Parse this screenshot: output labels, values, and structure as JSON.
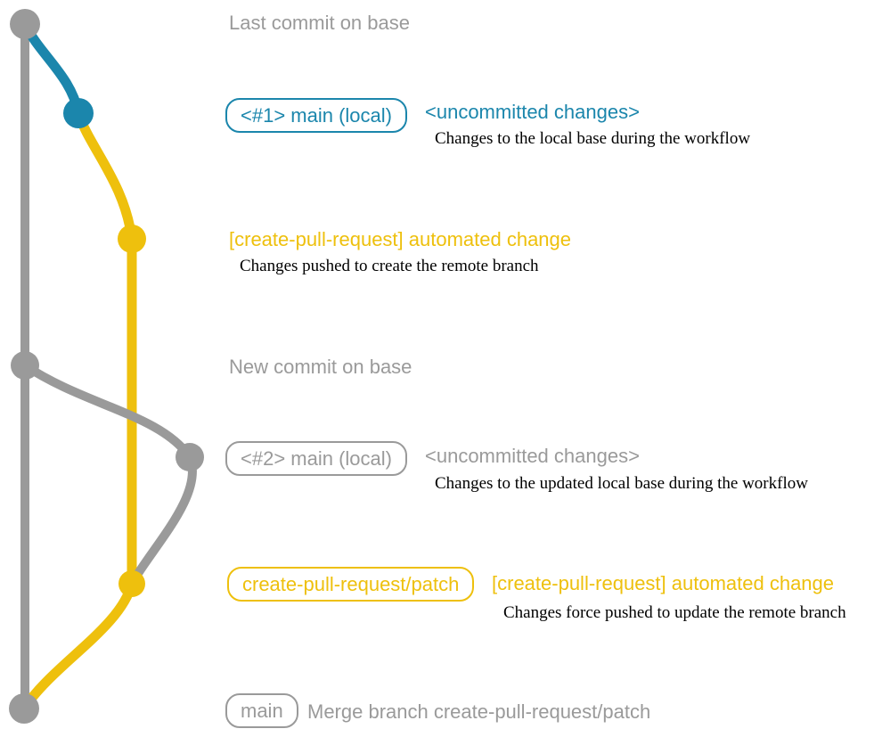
{
  "colors": {
    "gray": "#9a9a9a",
    "blue": "#1b86ac",
    "yellow": "#eec00d",
    "ink": "#000000"
  },
  "graph": {
    "node_colors": [
      "gray",
      "blue",
      "yellow",
      "gray",
      "gray",
      "yellow",
      "gray"
    ],
    "branch_colors": {
      "base": "gray",
      "local_main": "blue",
      "remote_patch": "yellow"
    }
  },
  "annotations": {
    "last_commit": "Last commit on base",
    "branch1": {
      "badge": "<#1> main (local)",
      "status": "<uncommitted changes>",
      "note": "Changes to the local base during the workflow"
    },
    "push1": {
      "title": "[create-pull-request] automated change",
      "note": "Changes pushed to create the remote branch"
    },
    "new_commit": "New commit on base",
    "branch2": {
      "badge": "<#2> main (local)",
      "status": "<uncommitted changes>",
      "note": "Changes to the updated local base during the workflow"
    },
    "push2": {
      "badge": "create-pull-request/patch",
      "title": "[create-pull-request] automated change",
      "note": "Changes force pushed to update the remote branch"
    },
    "merge": {
      "badge": "main",
      "message": "Merge branch create-pull-request/patch"
    }
  }
}
